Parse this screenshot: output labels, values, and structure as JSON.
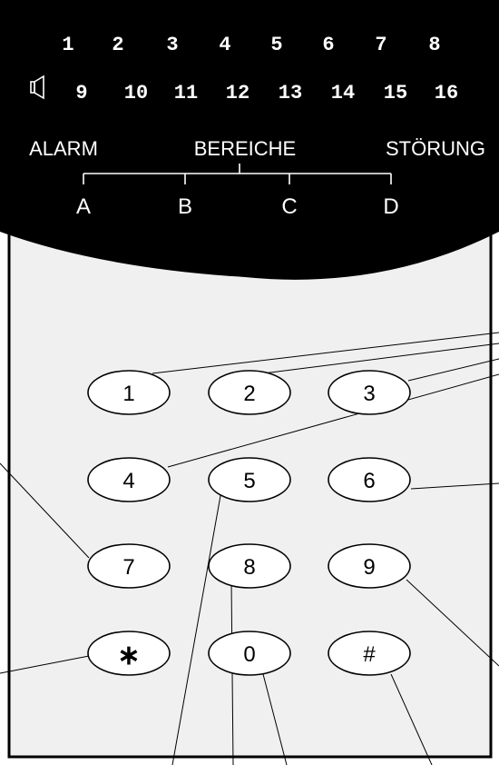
{
  "display": {
    "zones_row1": [
      "1",
      "2",
      "3",
      "4",
      "5",
      "6",
      "7",
      "8"
    ],
    "zones_row2": [
      "9",
      "10",
      "11",
      "12",
      "13",
      "14",
      "15",
      "16"
    ],
    "alarm_label": "ALARM",
    "areas_label": "BEREICHE",
    "fault_label": "STÖRUNG",
    "areas": [
      "A",
      "B",
      "C",
      "D"
    ],
    "buzzer_icon": "speaker-icon"
  },
  "keypad": {
    "keys": [
      "1",
      "2",
      "3",
      "4",
      "5",
      "6",
      "7",
      "8",
      "9",
      "∗",
      "0",
      "#"
    ]
  },
  "colors": {
    "display_bg": "#000000",
    "display_text": "#ffffff",
    "device_bg": "#f0f0f0",
    "outline": "#000000"
  }
}
